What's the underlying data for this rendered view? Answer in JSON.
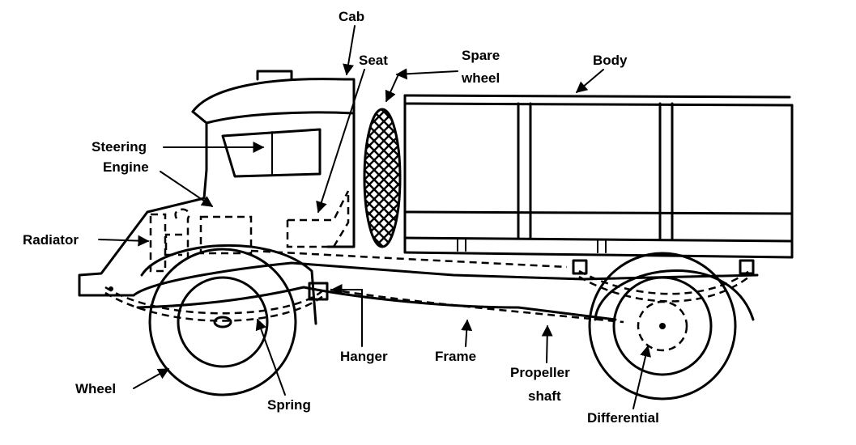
{
  "labels": {
    "cab": "Cab",
    "seat": "Seat",
    "spare_wheel_line1": "Spare",
    "spare_wheel_line2": "wheel",
    "body": "Body",
    "steering": "Steering",
    "engine": "Engine",
    "radiator": "Radiator",
    "hanger": "Hanger",
    "frame": "Frame",
    "propeller_line1": "Propeller",
    "propeller_line2": "shaft",
    "wheel": "Wheel",
    "spring": "Spring",
    "differential": "Differential"
  }
}
